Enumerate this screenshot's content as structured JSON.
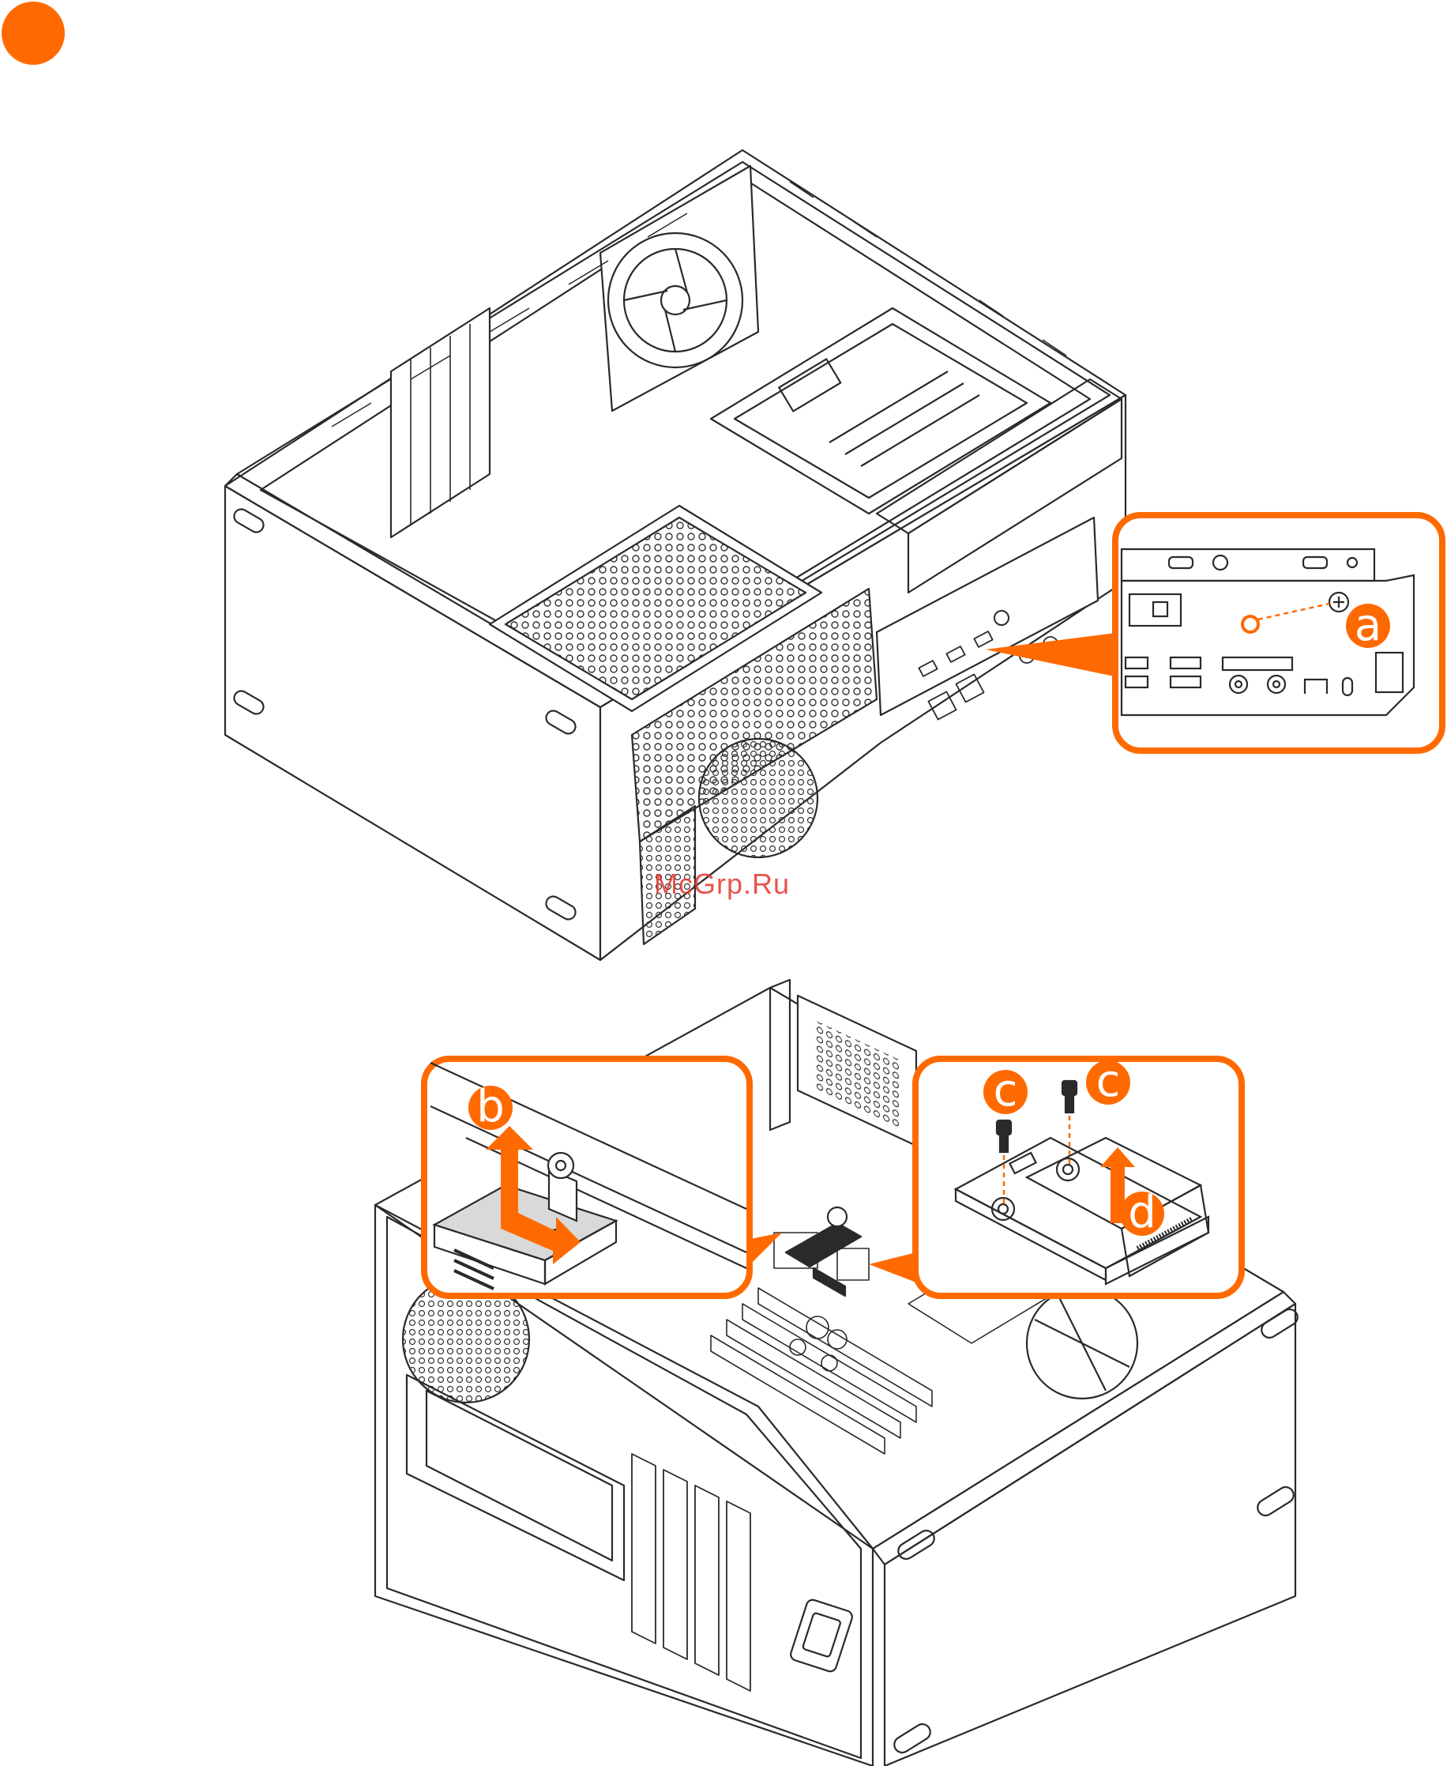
{
  "colors": {
    "accent": "#ff6a00",
    "line": "#2a2a2a",
    "panel_gray": "#d9d9d9",
    "watermark": "#e2372b"
  },
  "step_marker": {
    "icon": "orange-dot-icon"
  },
  "watermark": {
    "text": "McGrp.Ru"
  },
  "callouts": {
    "a": "a",
    "b": "b",
    "c1": "c",
    "c2": "c",
    "d": "d"
  }
}
